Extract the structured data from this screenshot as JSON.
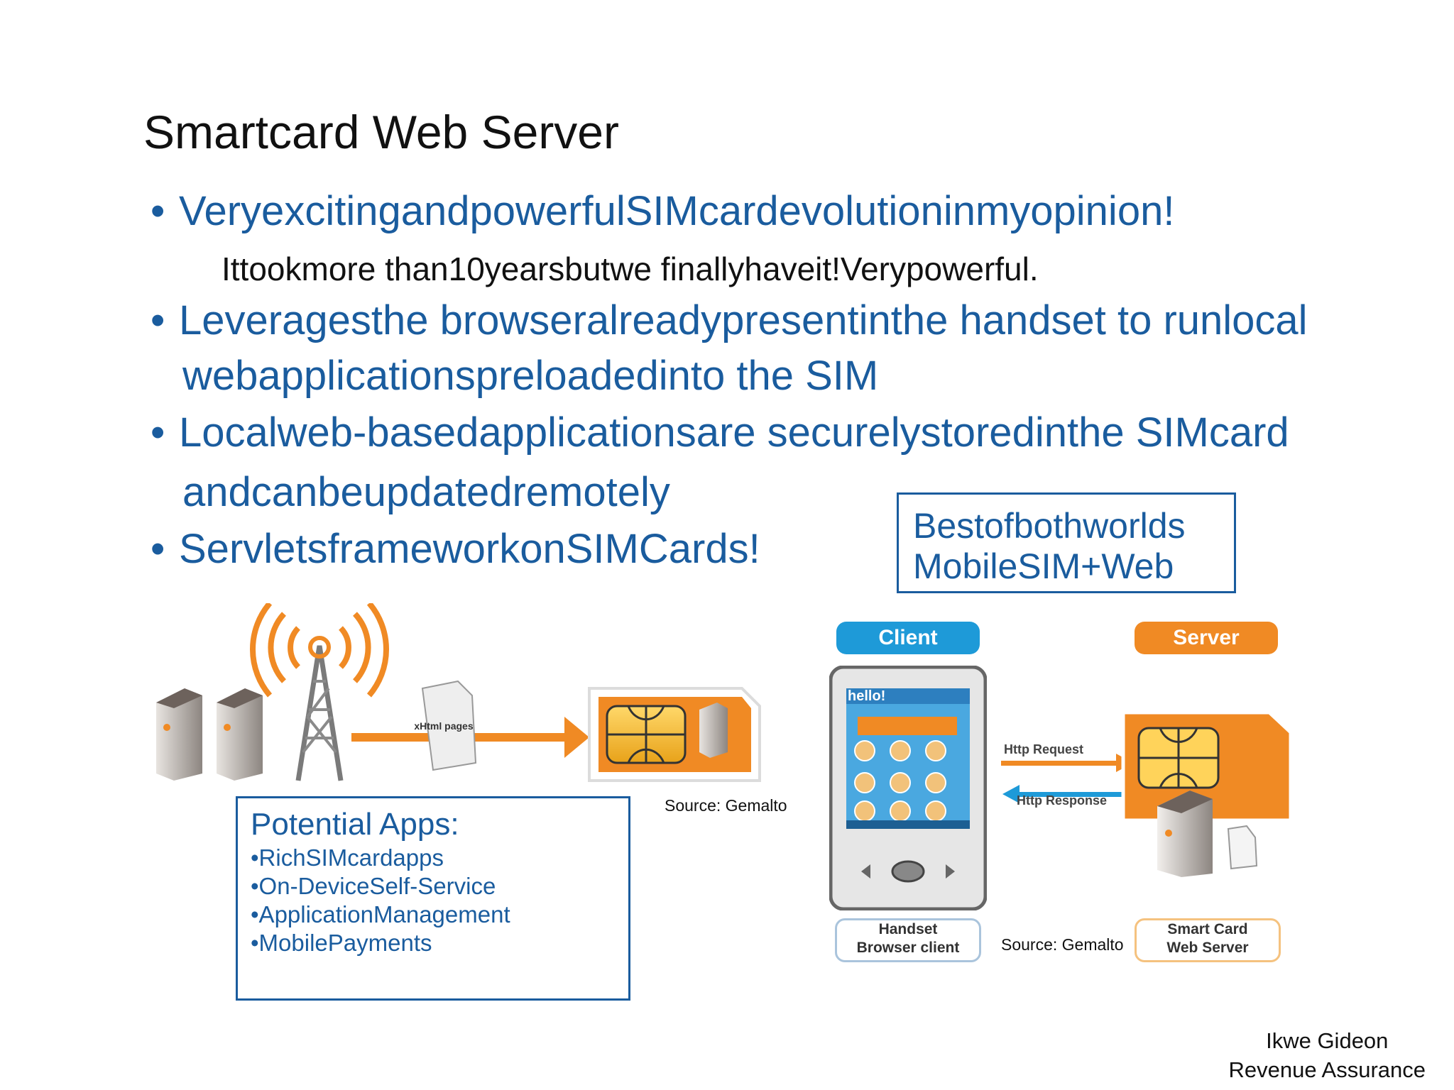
{
  "slide": {
    "title": "Smartcard Web Server",
    "bullets": [
      {
        "bullet": "•",
        "text": "VeryexcitingandpowerfulSIMcardevolutioninmyopinion!"
      },
      {
        "bullet": "•",
        "text": "Leveragesthe browseralreadypresentinthe handset to runlocal"
      },
      {
        "bullet": "•",
        "text": "Localweb-basedapplicationsare securelystoredinthe SIMcard"
      },
      {
        "bullet": "•",
        "text": "ServletsframeworkonSIMCards!"
      }
    ],
    "sub_note": "Ittookmore than10yearsbutwe finallyhaveit!Verypowerful.",
    "bullet2_cont": "webapplicationspreloadedinto the SIM",
    "bullet3_cont": "andcanbeupdatedremotely",
    "best_box": {
      "line1": "Bestofbothworlds",
      "line2": "MobileSIM+Web"
    },
    "apps_box": {
      "heading": "Potential Apps:",
      "items": [
        "•RichSIMcardapps",
        "•On-DeviceSelf-Service",
        "•ApplicationManagement",
        "•MobilePayments"
      ]
    },
    "source_left": "Source: Gemalto",
    "source_right": "Source: Gemalto",
    "footer": {
      "line1": "Ikwe Gideon",
      "line2": "Revenue Assurance"
    }
  },
  "diagram_left": {
    "page_label": "xHtml pages"
  },
  "diagram_right": {
    "client_label": "Client",
    "server_label": "Server",
    "http_request": "Http Request",
    "http_response": "Http Response",
    "handset_label_1": "Handset",
    "handset_label_2": "Browser client",
    "server_box_1": "Smart Card",
    "server_box_2": "Web Server",
    "phone_brand": "hello!"
  },
  "colors": {
    "accent_blue": "#1a5c9e",
    "orange": "#f08a24",
    "client_blue": "#1e9ad8"
  }
}
